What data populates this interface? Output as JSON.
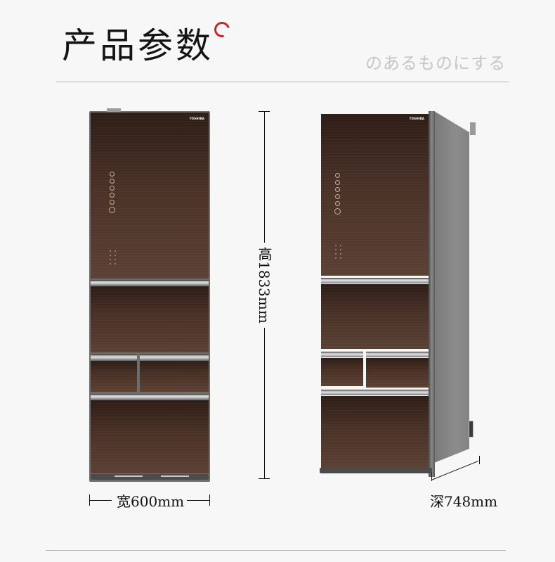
{
  "header": {
    "title": "产品参数",
    "subtitle": "のあるものにする",
    "accent_color": "#d1212e"
  },
  "product": {
    "brand": "TOSHIBA",
    "finish_color": "#4a3127"
  },
  "dimensions": {
    "height_label": "高1833mm",
    "width_label": "宽600mm",
    "depth_label": "深748mm"
  }
}
